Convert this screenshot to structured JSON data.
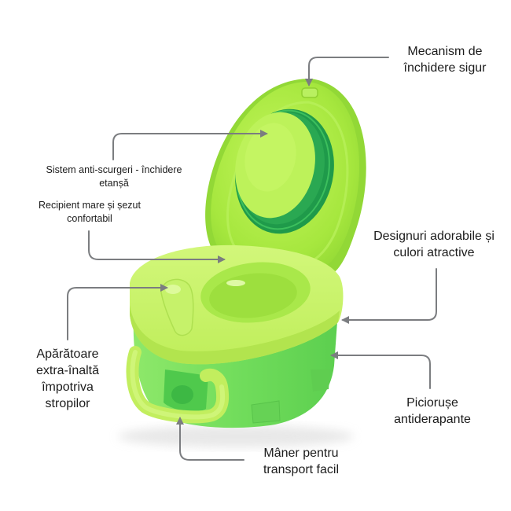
{
  "colors": {
    "background": "#ffffff",
    "text": "#1c1c1c",
    "callout_line": "#7b7d80",
    "lid_light": "#b6f04a",
    "lid_mid": "#9fe23a",
    "gasket_green": "#2fa84f",
    "seat_lime": "#c7f262",
    "base_green": "#6fdc5a",
    "base_shadow": "#4fc24a"
  },
  "product": {
    "name_icon": "potty-training-seat-illustration"
  },
  "callouts": [
    {
      "id": "closing-mechanism",
      "lines": [
        "Mecanism de",
        "închidere sigur"
      ]
    },
    {
      "id": "anti-leak",
      "lines": [
        "Sistem anti-scurgeri - închidere",
        "etanșă"
      ]
    },
    {
      "id": "large-container",
      "lines": [
        "Recipient mare și șezut",
        "confortabil"
      ]
    },
    {
      "id": "adorable-design",
      "lines": [
        "Designuri adorabile și",
        "culori atractive"
      ]
    },
    {
      "id": "splash-guard",
      "lines": [
        "Apărătoare",
        "extra-înaltă",
        "împotriva",
        "stropilor"
      ]
    },
    {
      "id": "anti-slip-feet",
      "lines": [
        "Piciorușe",
        "antiderapante"
      ]
    },
    {
      "id": "carry-handle",
      "lines": [
        "Mâner pentru",
        "transport facil"
      ]
    }
  ]
}
